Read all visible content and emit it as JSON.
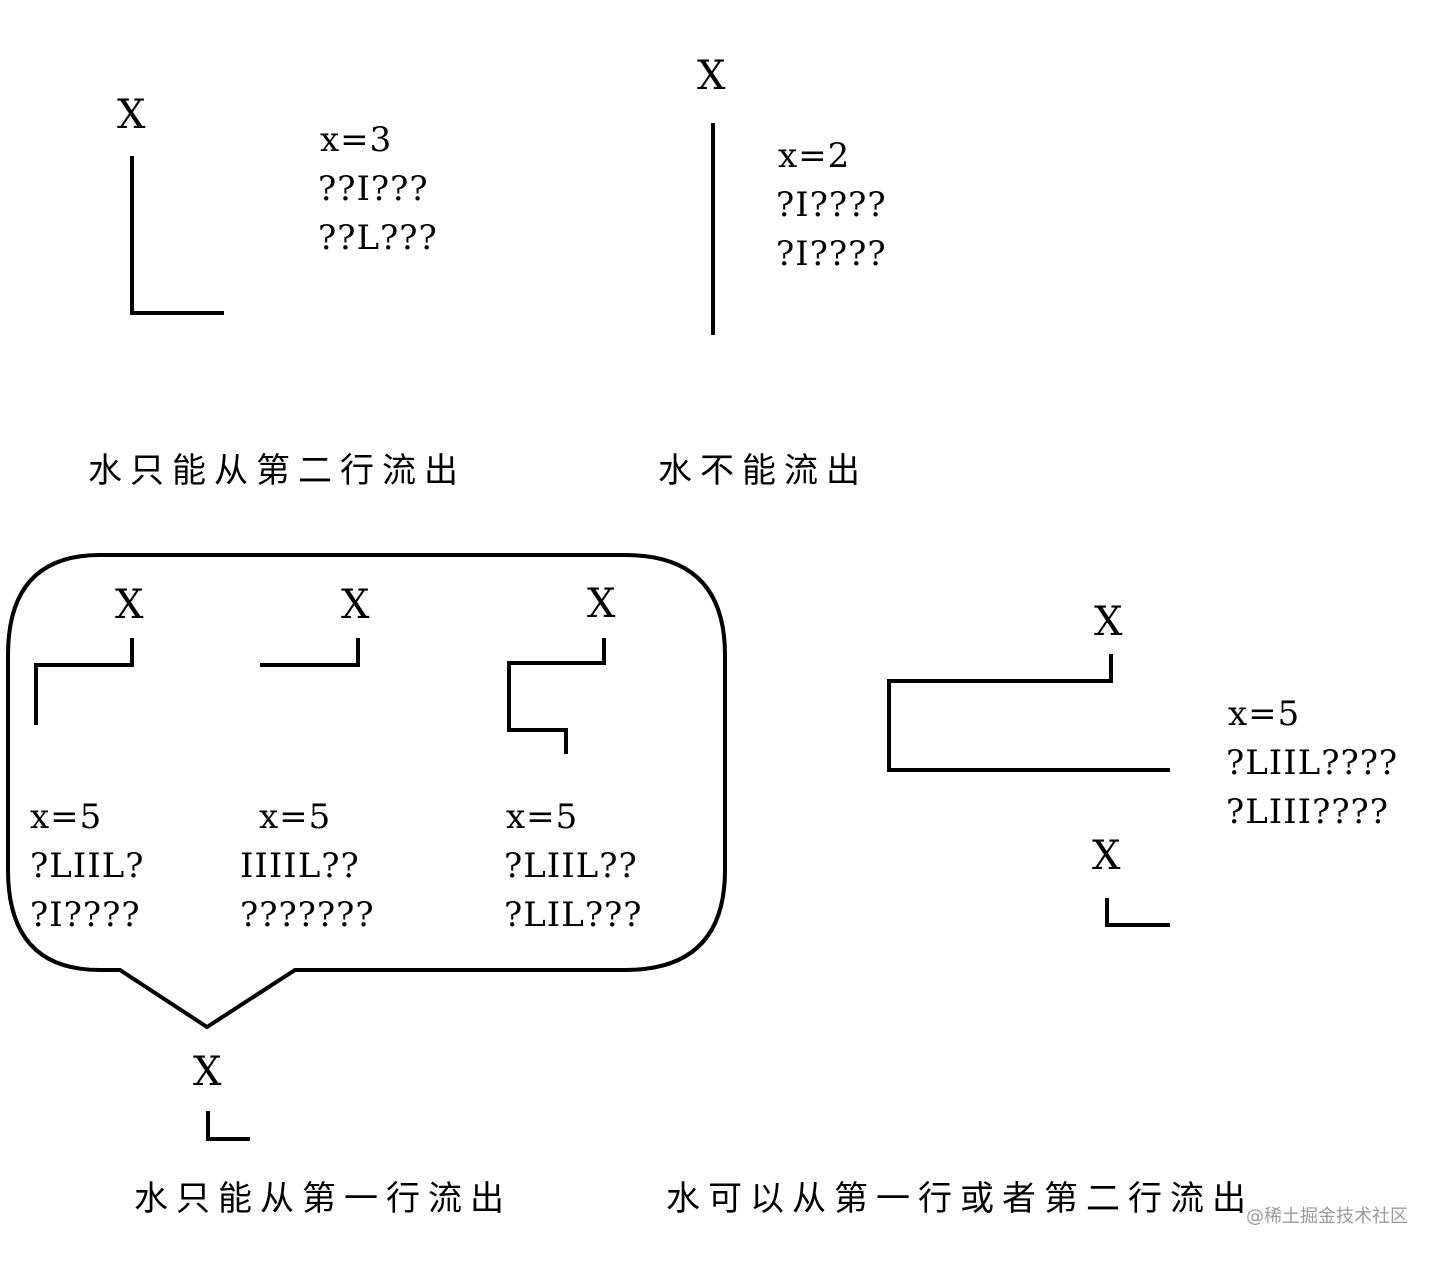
{
  "panels": {
    "top_left": {
      "marker": "X",
      "lines": [
        "x=3",
        "??I???",
        "??L???"
      ],
      "caption": "水只能从第二行流出"
    },
    "top_right": {
      "marker": "X",
      "lines": [
        "x=2",
        "?I????",
        "?I????"
      ],
      "caption": "水不能流出"
    },
    "bubble": {
      "cases": [
        {
          "marker": "X",
          "lines": [
            "x=5",
            "?LIIL?",
            "?I????"
          ]
        },
        {
          "marker": "X",
          "lines": [
            "x=5",
            "IIIIL??",
            "???????"
          ]
        },
        {
          "marker": "X",
          "lines": [
            "x=5",
            "?LIIL??",
            "?LIL???"
          ]
        }
      ],
      "result_marker": "X",
      "caption": "水只能从第一行流出"
    },
    "bottom_right": {
      "marker_top": "X",
      "marker_bottom": "X",
      "lines": [
        "x=5",
        "?LIIL????",
        "?LIII????"
      ],
      "caption": "水可以从第一行或者第二行流出"
    }
  },
  "watermark": "@稀土掘金技术社区"
}
